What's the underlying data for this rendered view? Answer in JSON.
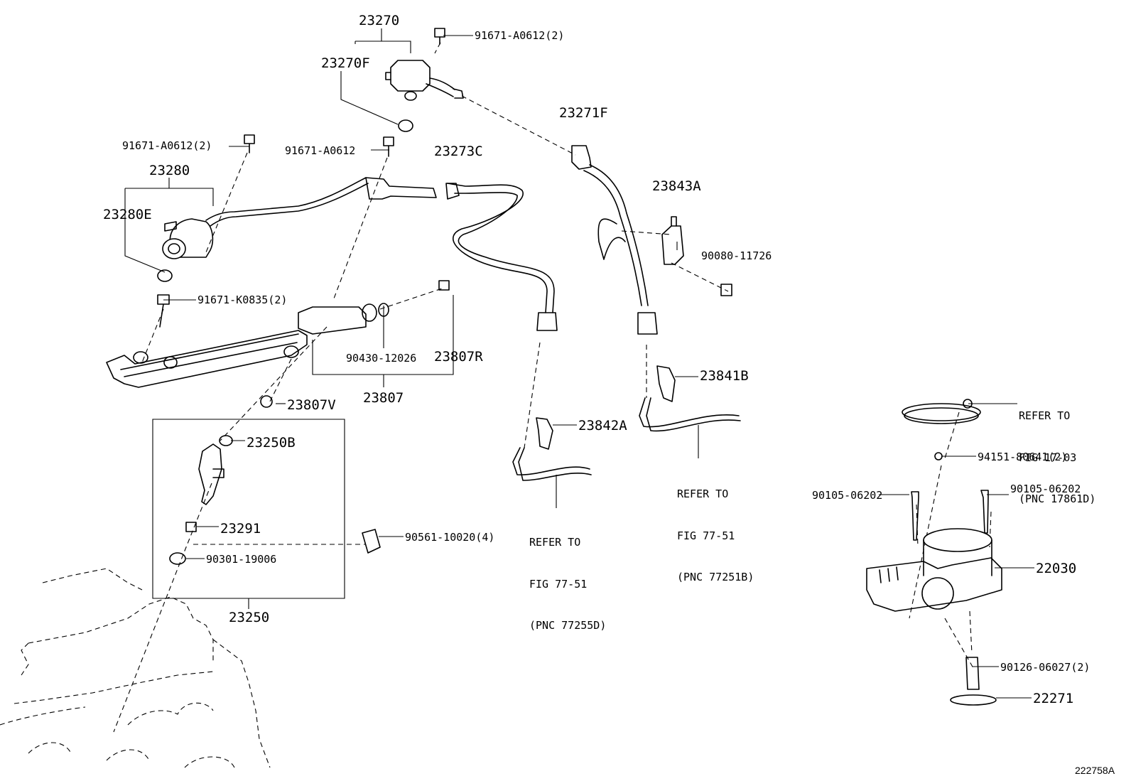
{
  "figure_number": "222758A",
  "labels": {
    "l_23270": "23270",
    "l_91671_a0612_2_top": "91671-A0612(2)",
    "l_23270f": "23270F",
    "l_23271f": "23271F",
    "l_91671_a0612_2_left": "91671-A0612(2)",
    "l_91671_a0612": "91671-A0612",
    "l_23273c": "23273C",
    "l_23280": "23280",
    "l_23280e": "23280E",
    "l_23843a": "23843A",
    "l_90080_11726": "90080-11726",
    "l_91671_k0835_2": "91671-K0835(2)",
    "l_90430_12026": "90430-12026",
    "l_23807r": "23807R",
    "l_23807": "23807",
    "l_23841b": "23841B",
    "l_23807v": "23807V",
    "l_23250b": "23250B",
    "l_23842a": "23842A",
    "l_23291": "23291",
    "l_90561_10020_4": "90561-10020(4)",
    "l_90301_19006": "90301-19006",
    "l_23250": "23250",
    "l_94151_80641_2": "94151-80641(2)",
    "l_90105_06202_left": "90105-06202",
    "l_90105_06202_right": "90105-06202",
    "l_22030": "22030",
    "l_90126_06027_2": "90126-06027(2)",
    "l_22271": "22271"
  },
  "refer_notes": {
    "throttle_ring": [
      "REFER TO",
      "FIG 17-03",
      "(PNC 17861D)"
    ],
    "hose_right": [
      "REFER TO",
      "FIG 77-51",
      "(PNC 77251B)"
    ],
    "hose_center": [
      "REFER TO",
      "FIG 77-51",
      "(PNC 77255D)"
    ]
  },
  "colors": {
    "line": "#000000",
    "background": "#ffffff"
  }
}
